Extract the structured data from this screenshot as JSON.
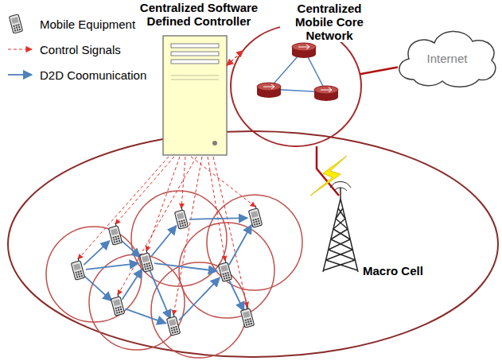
{
  "diagram": {
    "nodes": [
      {
        "text": [
          "Centralized Software Defined Controller"
        ]
      },
      {
        "text": [
          "Centralized Mobile Core Network"
        ]
      },
      {
        "text": [
          "Internet"
        ]
      },
      {
        "text": [
          "Macro Cell"
        ]
      }
    ],
    "edges": [
      {
        "from": 0,
        "to": 1,
        "arrow": "both"
      },
      {
        "from": 1,
        "to": 2,
        "arrow": "none"
      }
    ],
    "legend": [
      {
        "text": "Mobile Equipment"
      },
      {
        "text": "Control Signals"
      },
      {
        "text": "D2D Coomunication"
      }
    ]
  }
}
